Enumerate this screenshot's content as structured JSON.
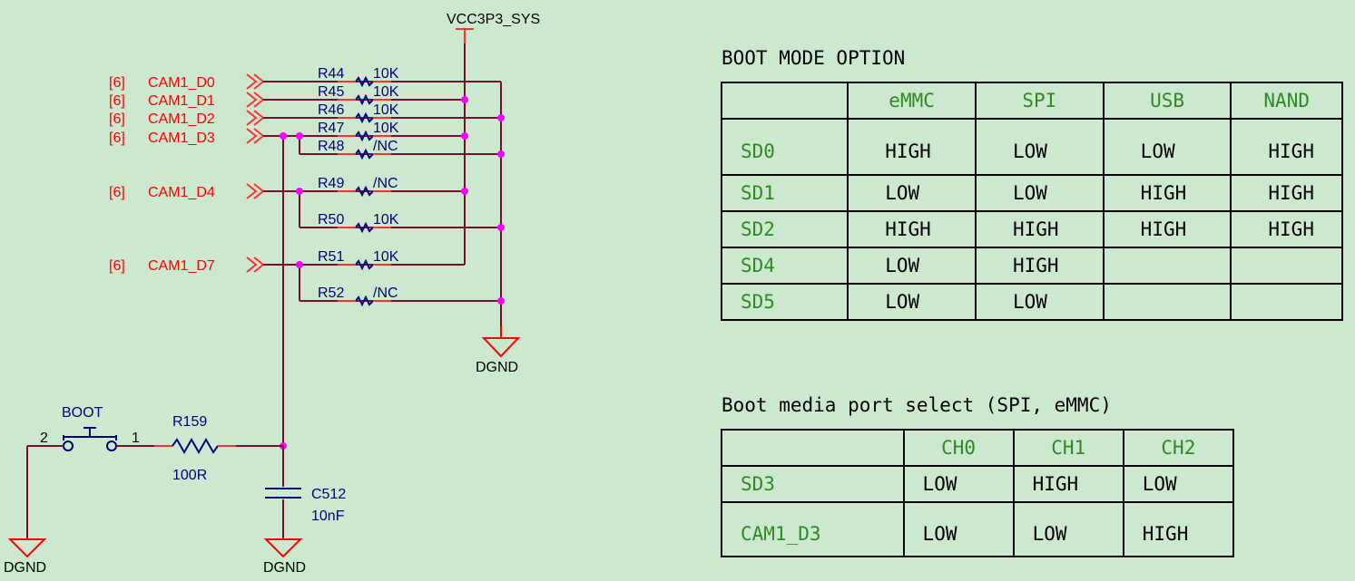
{
  "schematic": {
    "vcc_label": "VCC3P3_SYS",
    "gnd_label": "DGND",
    "nets": [
      {
        "ref": "[6]",
        "name": "CAM1_D0"
      },
      {
        "ref": "[6]",
        "name": "CAM1_D1"
      },
      {
        "ref": "[6]",
        "name": "CAM1_D2"
      },
      {
        "ref": "[6]",
        "name": "CAM1_D3"
      },
      {
        "ref": "[6]",
        "name": "CAM1_D4"
      },
      {
        "ref": "[6]",
        "name": "CAM1_D7"
      }
    ],
    "resistors": [
      {
        "ref": "R44",
        "value": "10K"
      },
      {
        "ref": "R45",
        "value": "10K"
      },
      {
        "ref": "R46",
        "value": "10K"
      },
      {
        "ref": "R47",
        "value": "10K"
      },
      {
        "ref": "R48",
        "value": "/NC"
      },
      {
        "ref": "R49",
        "value": "/NC"
      },
      {
        "ref": "R50",
        "value": "10K"
      },
      {
        "ref": "R51",
        "value": "10K"
      },
      {
        "ref": "R52",
        "value": "/NC"
      }
    ],
    "boot_switch": {
      "label": "BOOT",
      "pin_left": "2",
      "pin_right": "1"
    },
    "r159": {
      "ref": "R159",
      "value": "100R"
    },
    "c512": {
      "ref": "C512",
      "value": "10nF"
    }
  },
  "boot_mode_table": {
    "title": "BOOT MODE OPTION",
    "headers": [
      "",
      "eMMC",
      "SPI",
      "USB",
      "NAND"
    ],
    "rows": [
      {
        "label": "SD0",
        "values": [
          "HIGH",
          "LOW",
          "LOW",
          "HIGH"
        ]
      },
      {
        "label": "SD1",
        "values": [
          "LOW",
          "LOW",
          "HIGH",
          "HIGH"
        ]
      },
      {
        "label": "SD2",
        "values": [
          "HIGH",
          "HIGH",
          "HIGH",
          "HIGH"
        ]
      },
      {
        "label": "SD4",
        "values": [
          "LOW",
          "HIGH",
          "",
          ""
        ]
      },
      {
        "label": "SD5",
        "values": [
          "LOW",
          "LOW",
          "",
          ""
        ]
      }
    ]
  },
  "port_select_table": {
    "title": "Boot media port select (SPI, eMMC)",
    "headers": [
      "",
      "CH0",
      "CH1",
      "CH2"
    ],
    "rows": [
      {
        "label": "SD3",
        "values": [
          "LOW",
          "HIGH",
          "LOW"
        ]
      },
      {
        "label": "CAM1_D3",
        "values": [
          "LOW",
          "LOW",
          "HIGH"
        ]
      }
    ]
  }
}
